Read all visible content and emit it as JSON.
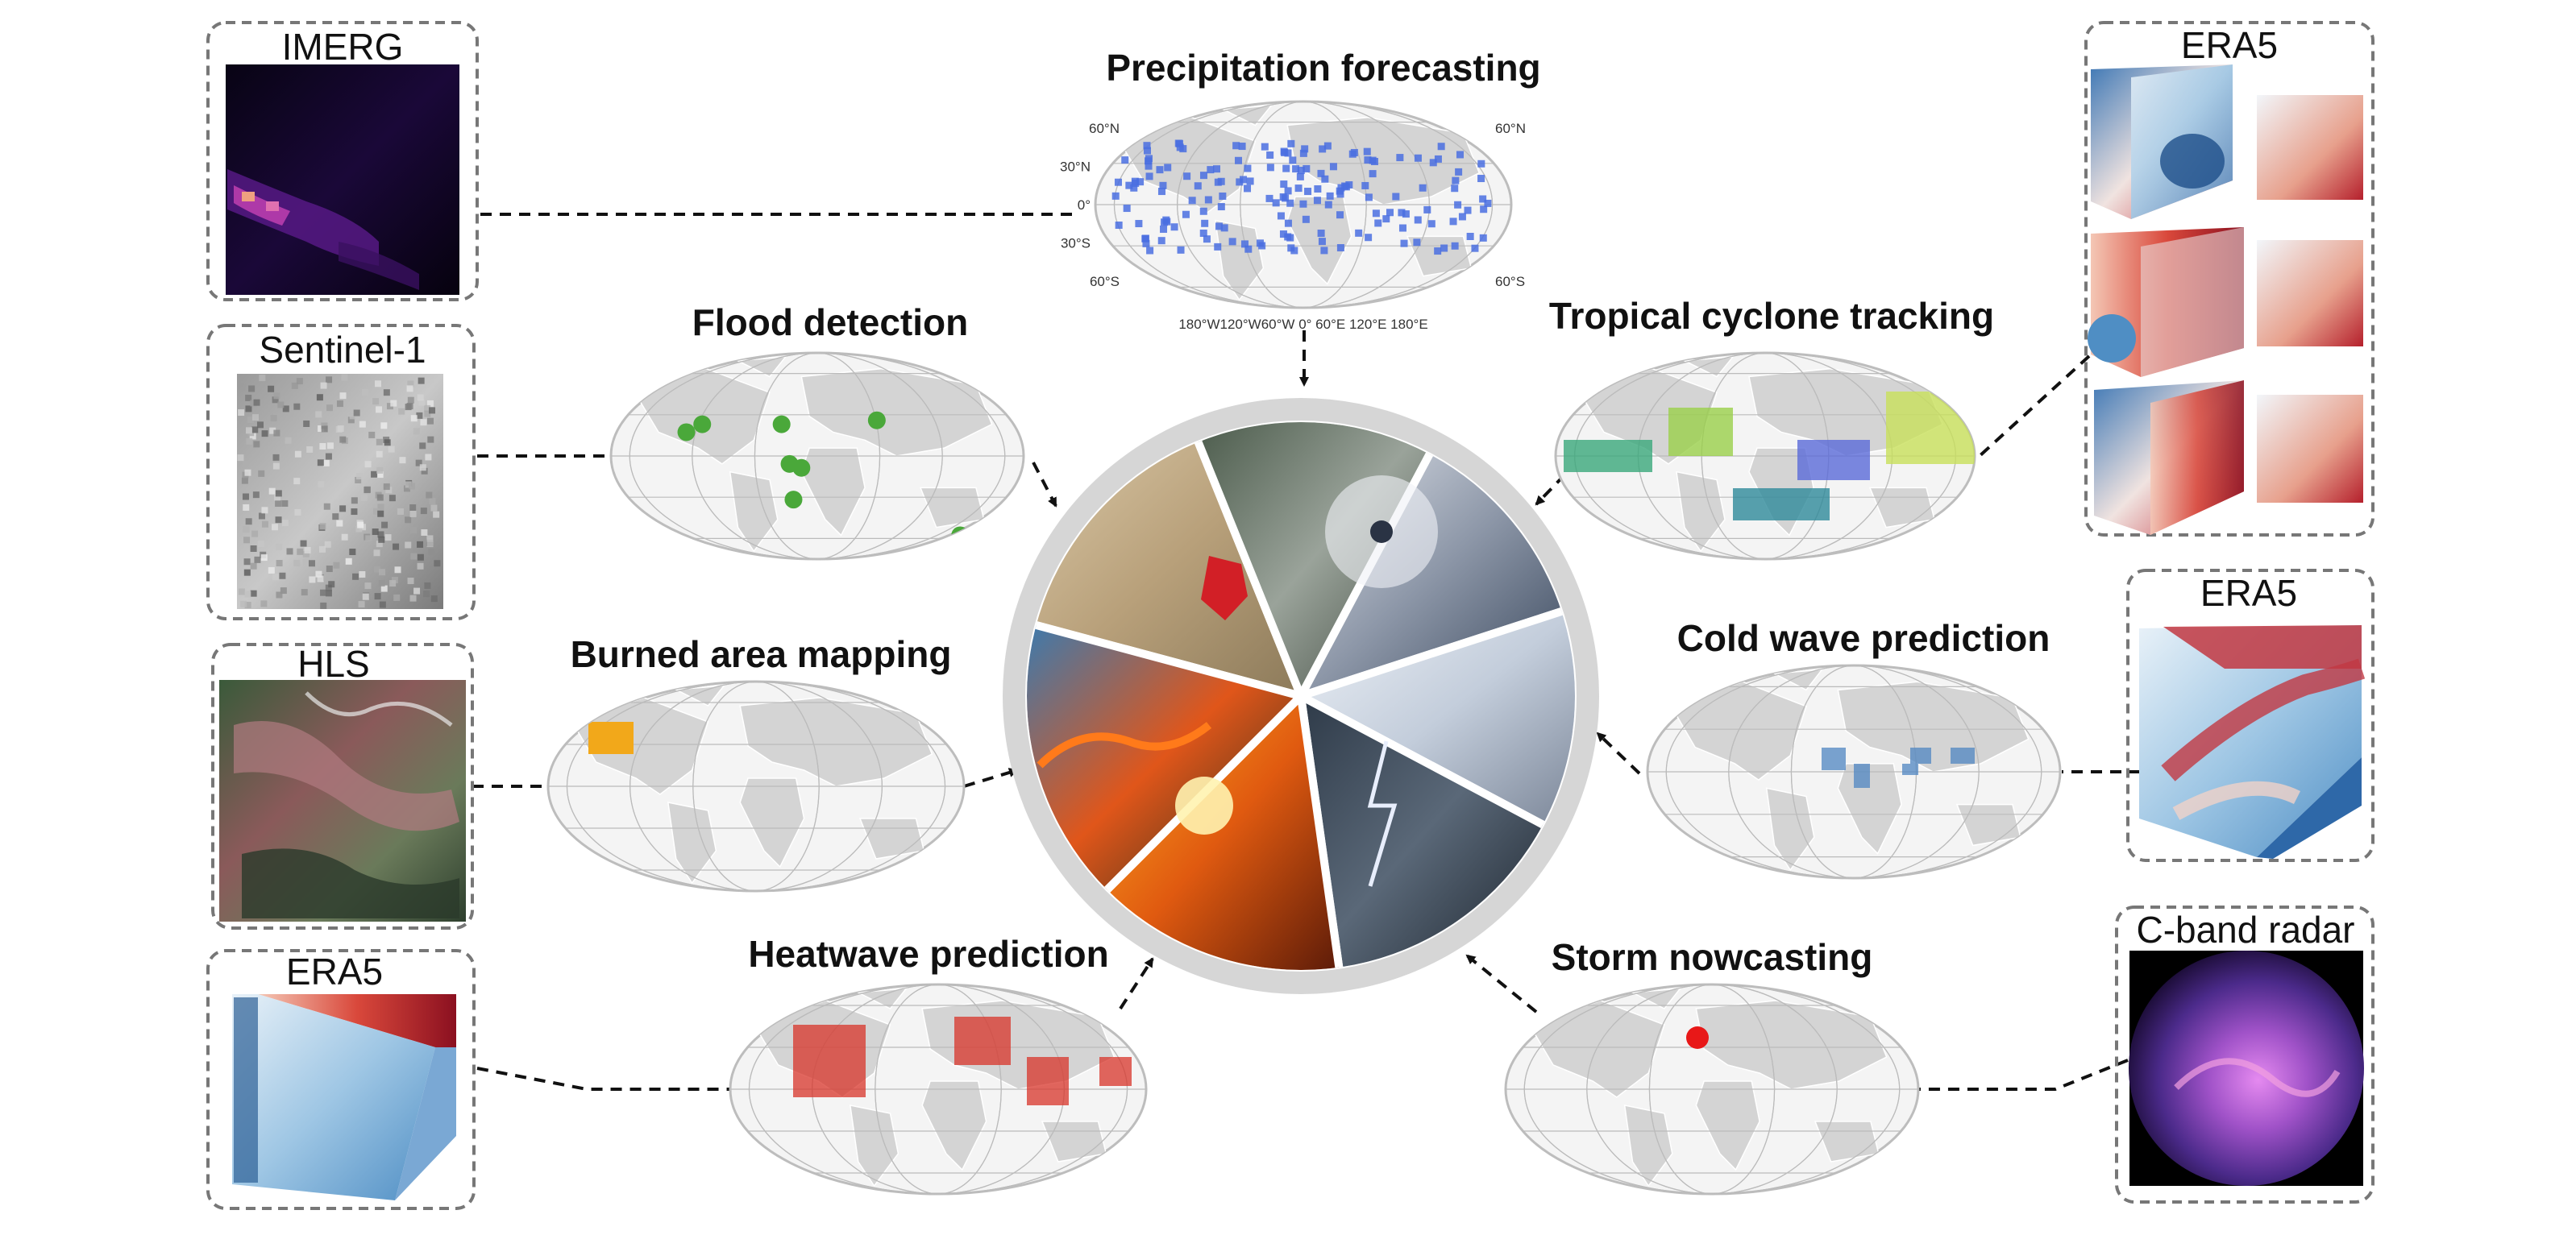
{
  "center": {
    "wedges": [
      {
        "name": "flood",
        "colors": [
          "#d9c7a6",
          "#b8a07a",
          "#8c7a5a"
        ]
      },
      {
        "name": "rain",
        "colors": [
          "#4a5a4a",
          "#9aa39a",
          "#3c463c"
        ]
      },
      {
        "name": "cyclone",
        "colors": [
          "#dfe3ea",
          "#8d97a8",
          "#39475c"
        ]
      },
      {
        "name": "cold",
        "colors": [
          "#eef2f7",
          "#c3cddb",
          "#7a8597"
        ]
      },
      {
        "name": "storm",
        "colors": [
          "#2e3a48",
          "#5a6878",
          "#1b232c"
        ]
      },
      {
        "name": "heat",
        "colors": [
          "#ffb020",
          "#e05a10",
          "#5a1a08"
        ]
      },
      {
        "name": "fire",
        "colors": [
          "#3a7bb0",
          "#e0561a",
          "#1a2a1c"
        ]
      }
    ]
  },
  "tasks": [
    {
      "id": "precip",
      "title": "Precipitation forecasting",
      "ticks_lat": [
        "60°N",
        "30°N",
        "0°",
        "30°S",
        "60°S",
        "60°N",
        "60°S"
      ],
      "ticks_lon": "180°W120°W60°W   0°   60°E 120°E 180°E",
      "overlay": "blue"
    },
    {
      "id": "flood",
      "title": "Flood detection",
      "overlay": "green"
    },
    {
      "id": "tc",
      "title": "Tropical cyclone tracking",
      "overlay": "multicolor"
    },
    {
      "id": "burned",
      "title": "Burned area mapping",
      "overlay": "orange"
    },
    {
      "id": "cold",
      "title": "Cold wave prediction",
      "overlay": "lightblue"
    },
    {
      "id": "heat",
      "title": "Heatwave prediction",
      "overlay": "red"
    },
    {
      "id": "storm",
      "title": "Storm nowcasting",
      "overlay": "reddot"
    }
  ],
  "datasets": [
    {
      "id": "imerg",
      "name": "IMERG",
      "style": "dark-purple"
    },
    {
      "id": "s1",
      "name": "Sentinel-1",
      "style": "gray-sar"
    },
    {
      "id": "hls",
      "name": "HLS",
      "style": "terrain"
    },
    {
      "id": "era5_left",
      "name": "ERA5",
      "style": "cube"
    },
    {
      "id": "era5_tr",
      "name": "ERA5",
      "style": "cube-grid"
    },
    {
      "id": "era5_mr",
      "name": "ERA5",
      "style": "cube"
    },
    {
      "id": "radar",
      "name": "C-band radar",
      "style": "radar"
    }
  ],
  "colors": {
    "box_border": "#777777",
    "map_fill": "#d4d4d4",
    "map_grid": "#ffffff",
    "ring": "#d6d6d6"
  }
}
